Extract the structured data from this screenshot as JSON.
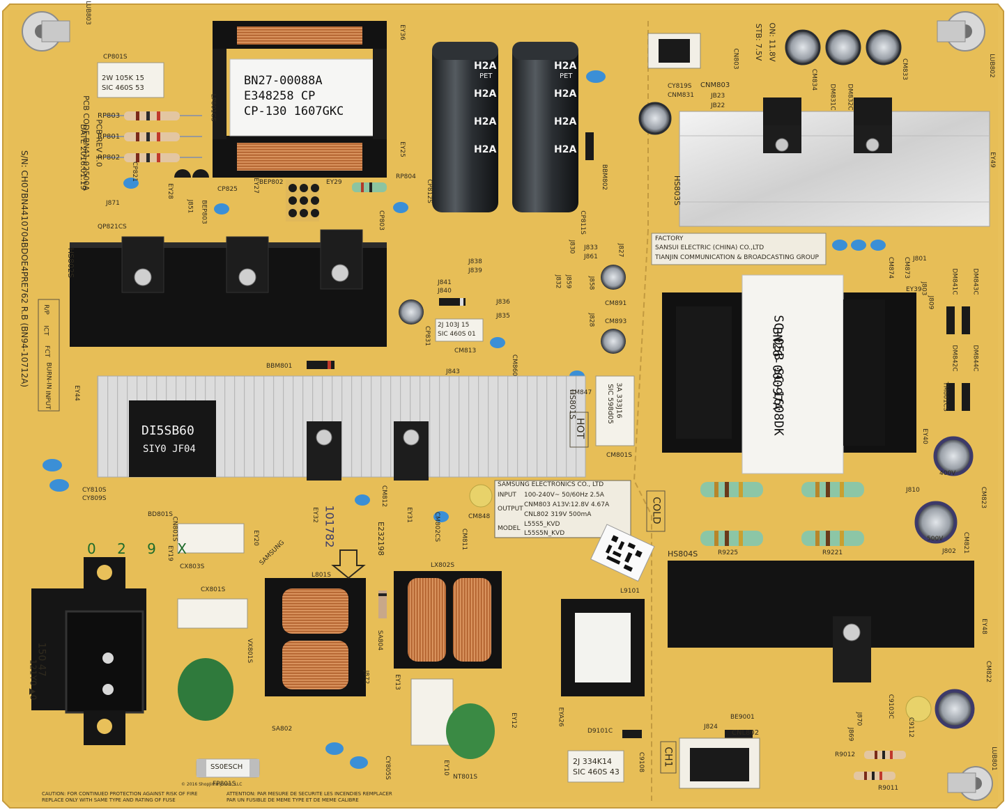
{
  "board": {
    "pcb_color": "#e9c25e",
    "serial": "S/N: CH07BN4410704BDOE4PRE762 R.B (BN94-10712A)",
    "pcb_code": "PCB CODE BN41-02500A",
    "pcb_rev": "PCB REV 1.0",
    "date": "DATE 2016.01.19",
    "revision_table": [
      "R/P",
      "ICT",
      "FCT",
      "BURN-IN",
      "INPUT"
    ]
  },
  "transformers": {
    "main": {
      "lines": [
        "BN27-00088A",
        "E348258 CP",
        "CP-130 1607GKC"
      ]
    },
    "secondary": {
      "lines": [
        "BN26-00097A",
        "SC-05B SC-1608DK"
      ]
    }
  },
  "capacitors": {
    "bulk_marking": [
      "H2A",
      "PET"
    ]
  },
  "bridge": {
    "line1": "DI5SB60",
    "line2": "SIY0 JF04"
  },
  "heatsink_labels": [
    "HS802S",
    "HS801S",
    "HS803S",
    "HS804S"
  ],
  "manufacturer": {
    "factory": "FACTORY",
    "factory_line1": "SANSUI ELECTRIC (CHINA) CO.,LTD",
    "factory_line2": "TIANJIN COMMUNICATION & BROADCASTING GROUP",
    "company": "SAMSUNG ELECTRONICS CO., LTD"
  },
  "spec_table": [
    [
      "INPUT",
      "100-240V~ 50/60Hz 2.5A"
    ],
    [
      "OUTPUT",
      "CNM803 A13V:12.8V 4.67A"
    ],
    [
      "",
      "CNL802 319V 500mA"
    ],
    [
      "MODEL",
      "L55S5_KVD"
    ],
    [
      "",
      "L55S5N_KVD"
    ]
  ],
  "zones": {
    "hot": "HOT",
    "cold": "COLD"
  },
  "connectors": {
    "top_right_notes": [
      "ON: 11.8V",
      "STB: 7.5V"
    ],
    "cnm803": "CNM803",
    "cnl802": "CNL802",
    "ch1": "CH1"
  },
  "small_caps": {
    "cp801s": [
      "2W 105K 15",
      "SIC 460S 53"
    ],
    "cap_103": [
      "2J 103J 15",
      "SIC 460S 01"
    ],
    "cap_333": [
      "3A 333J16",
      "SIC 598d05"
    ],
    "cap_334": [
      "2J 334K14",
      "SIC 460S 43"
    ]
  },
  "fuse": {
    "marking": "SS0ESCH"
  },
  "caution": {
    "line1": "CAUTION: FOR CONTINUED PROTECTION AGAINST RISK OF FIRE",
    "line2": "REPLACE ONLY WITH SAME TYPE AND RATING OF FUSE",
    "line3": "ATTENTION: PAR MESURE DE SECURITE LES INCENDIES REMPLACER",
    "line4": "PAR UN FUSIBLE DE MEME TYPE ET DE MEME CALIBRE",
    "copyright": "© 2016 ShopJimmy.com, LLC"
  },
  "handwriting": {
    "digits": "0 2 9 X",
    "stamp": "101782"
  },
  "misc": {
    "ul_mark": "E232198",
    "samsung": "SAMSUNG",
    "voltage_rating": "400V",
    "cap_voltage_2": "500V",
    "side_code": "150 47",
    "side_code2": "121Y0 ▲0"
  },
  "refs": {
    "RP803": "RP803",
    "RP801": "RP801",
    "RP802": "RP802",
    "CP801S": "CP801S",
    "LP801CS": "LP801CS",
    "EY36": "EY36",
    "EY25": "EY25",
    "QP821CS": "QP821CS",
    "J871": "J871",
    "J851": "J851",
    "EY28": "EY28",
    "CP825": "CP825",
    "EY27": "EY27",
    "BEP802": "BEP802",
    "BEP803": "BEP803",
    "EY29": "EY29",
    "RP804": "RP804",
    "CP812S": "CP812S",
    "CP803": "CP803",
    "J833": "J833",
    "J861": "J861",
    "J838": "J838",
    "J839": "J839",
    "J841": "J841",
    "J840": "J840",
    "J836": "J836",
    "J835": "J835",
    "CP831": "CP831",
    "CM813": "CM813",
    "CM860": "CM860",
    "BBM801": "BBM801",
    "J843": "J843",
    "CM891": "CM891",
    "CM893": "CM893",
    "CM847": "CM847",
    "CM801S": "CM801S",
    "CY810S": "CY810S",
    "CY809S": "CY809S",
    "BD801S": "BD801S",
    "CN801S": "CN801S",
    "EY19": "EY19",
    "EY20": "EY20",
    "CX803S": "CX803S",
    "CX801S": "CX801S",
    "VX801S": "VX801S",
    "SA802": "SA802",
    "L801S": "L801S",
    "LX802S": "LX802S",
    "SA804": "SA804",
    "EY13": "EY13",
    "J872": "J872",
    "EY12": "EY12",
    "CY805S": "CY805S",
    "EY10": "EY10",
    "NT801S": "NT801S",
    "FP801S": "FP801S",
    "CM848": "CM848",
    "CM812": "CM812",
    "CM802CS": "CM802CS",
    "CM811": "CM811",
    "EY32": "EY32",
    "EY31": "EY31",
    "LUB802": "LUB802",
    "LUB801": "LUB801",
    "CN803": "CN803",
    "CY819S": "CY819S",
    "CNM831": "CNM831",
    "JB23": "JB23",
    "JB22": "JB22",
    "DM831C": "DM831C",
    "DM832C": "DM832C",
    "CM833": "CM833",
    "CM834": "CM834",
    "EY49": "EY49",
    "J801": "J801",
    "EY39": "EY39",
    "DM841C": "DM841C",
    "DM843C": "DM843C",
    "DM842C": "DM842C",
    "DM844C": "DM844C",
    "TM801CS": "TM801CS",
    "EY40": "EY40",
    "CM823": "CM823",
    "J810": "J810",
    "CM821": "CM821",
    "J802": "J802",
    "EY48": "EY48",
    "CM822": "CM822",
    "C9103C": "C9103C",
    "C9112": "C9112",
    "J870": "J870",
    "J869": "J869",
    "R9012": "R9012",
    "R9011": "R9011",
    "BE9001": "BE9001",
    "J824": "J824",
    "D9101C": "D9101C",
    "C9108": "C9108",
    "L9101": "L9101",
    "EYA26": "EYA26",
    "J827": "J827",
    "J858": "J858",
    "J828": "J828",
    "J832": "J832",
    "J859": "J859",
    "CP811S": "CP811S",
    "BBM802": "BBM802",
    "R9221": "R9221",
    "R9225": "R9225",
    "CM874": "CM874",
    "CM873": "CM873",
    "EY44": "EY44",
    "CP821": "CP821",
    "J830": "J830",
    "J809": "J809",
    "J803": "J803",
    "LUB803": "LUB803"
  }
}
